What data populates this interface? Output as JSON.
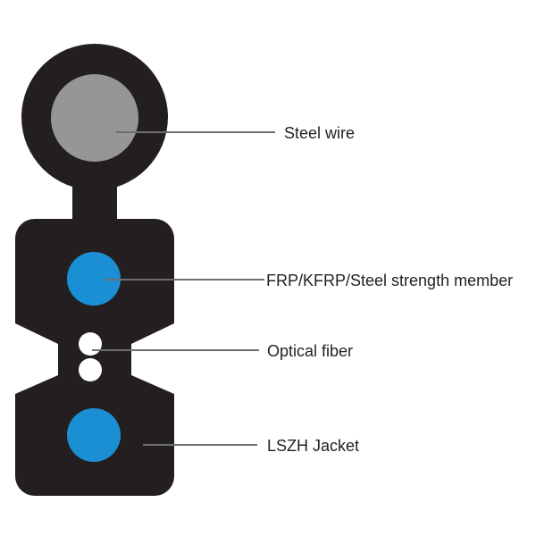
{
  "diagram": {
    "labels": {
      "steel_wire": "Steel wire",
      "strength_member": "FRP/KFRP/Steel strength member",
      "optical_fiber": "Optical fiber",
      "jacket": "LSZH Jacket"
    },
    "colors": {
      "body": "#231f20",
      "steel_wire": "#969696",
      "strength_member": "#1b8fd4",
      "optical_fiber": "#ffffff",
      "leader_line": "#6d6e71",
      "label_text": "#231f20",
      "background": "#ffffff"
    }
  }
}
